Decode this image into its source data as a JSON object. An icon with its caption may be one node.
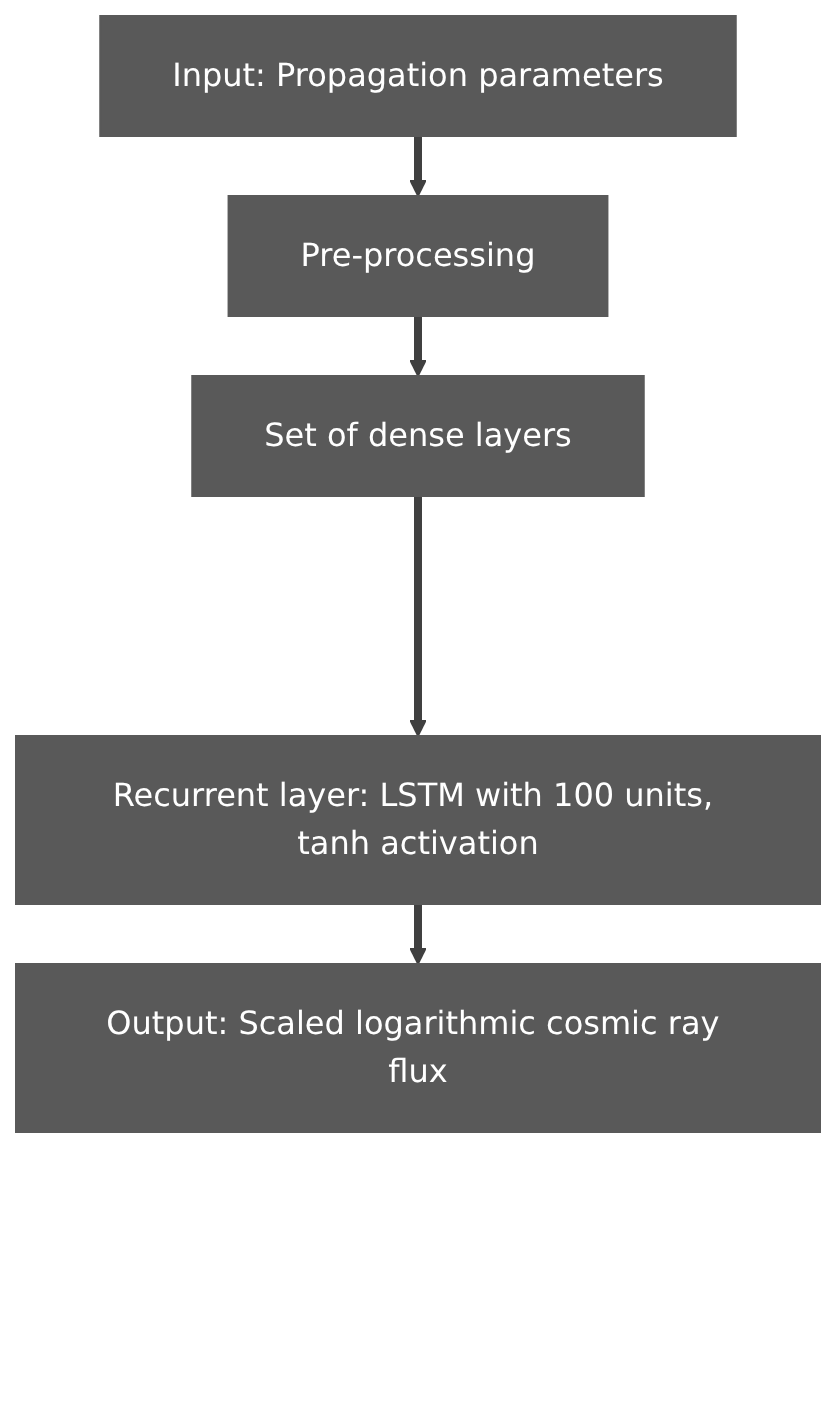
{
  "diagram": {
    "nodes": [
      {
        "text": [
          "Input: Propagation parameters"
        ]
      },
      {
        "text": [
          "Pre-processing"
        ]
      },
      {
        "text": [
          "Set of dense layers"
        ]
      },
      {
        "text": [
          "Recurrent layer: LSTM with 100 units, tanh activation"
        ]
      },
      {
        "text": [
          "Output: Scaled logarithmic cosmic ray flux"
        ]
      }
    ],
    "edges": [
      {
        "from": 0,
        "to": 1,
        "arrow": "to"
      },
      {
        "from": 1,
        "to": 2,
        "arrow": "to"
      },
      {
        "from": 2,
        "to": 3,
        "arrow": "to"
      },
      {
        "from": 3,
        "to": 4,
        "arrow": "to"
      }
    ]
  }
}
